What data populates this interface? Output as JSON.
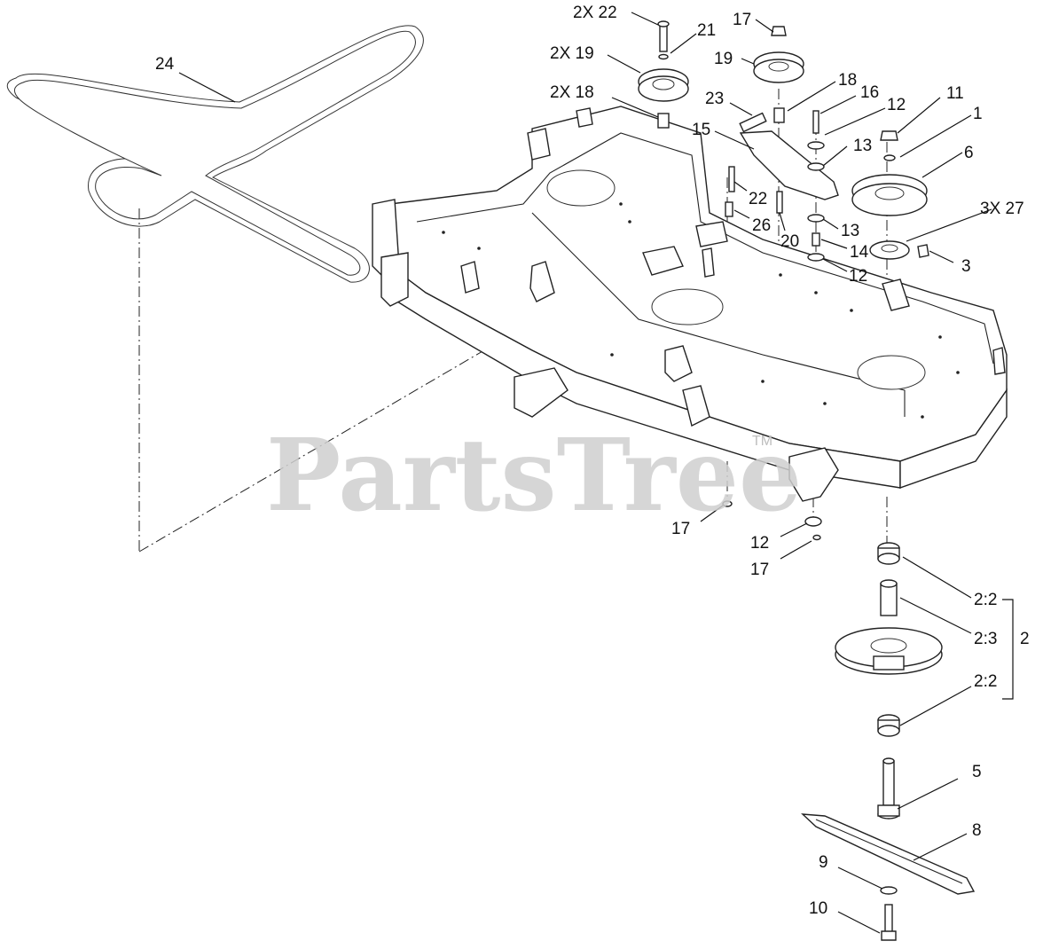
{
  "diagram": {
    "watermark": "PartsTree",
    "trademark": "TM",
    "callouts": [
      {
        "id": "c-2x22",
        "text": "2X 22"
      },
      {
        "id": "c-21",
        "text": "21"
      },
      {
        "id": "c-17-top",
        "text": "17"
      },
      {
        "id": "c-2x19",
        "text": "2X 19"
      },
      {
        "id": "c-19",
        "text": "19"
      },
      {
        "id": "c-24",
        "text": "24"
      },
      {
        "id": "c-2x18",
        "text": "2X 18"
      },
      {
        "id": "c-18",
        "text": "18"
      },
      {
        "id": "c-16",
        "text": "16"
      },
      {
        "id": "c-23",
        "text": "23"
      },
      {
        "id": "c-12-top",
        "text": "12"
      },
      {
        "id": "c-11",
        "text": "11"
      },
      {
        "id": "c-15",
        "text": "15"
      },
      {
        "id": "c-1",
        "text": "1"
      },
      {
        "id": "c-13-a",
        "text": "13"
      },
      {
        "id": "c-6",
        "text": "6"
      },
      {
        "id": "c-22",
        "text": "22"
      },
      {
        "id": "c-26",
        "text": "26"
      },
      {
        "id": "c-3x27",
        "text": "3X 27"
      },
      {
        "id": "c-20",
        "text": "20"
      },
      {
        "id": "c-13-b",
        "text": "13"
      },
      {
        "id": "c-14",
        "text": "14"
      },
      {
        "id": "c-3",
        "text": "3"
      },
      {
        "id": "c-12-mid",
        "text": "12"
      },
      {
        "id": "c-17-low",
        "text": "17"
      },
      {
        "id": "c-12-low",
        "text": "12"
      },
      {
        "id": "c-17-bottom",
        "text": "17"
      },
      {
        "id": "c-2-2a",
        "text": "2:2"
      },
      {
        "id": "c-2-3",
        "text": "2:3"
      },
      {
        "id": "c-2",
        "text": "2"
      },
      {
        "id": "c-2-2b",
        "text": "2:2"
      },
      {
        "id": "c-5",
        "text": "5"
      },
      {
        "id": "c-8",
        "text": "8"
      },
      {
        "id": "c-9",
        "text": "9"
      },
      {
        "id": "c-10",
        "text": "10"
      }
    ]
  }
}
